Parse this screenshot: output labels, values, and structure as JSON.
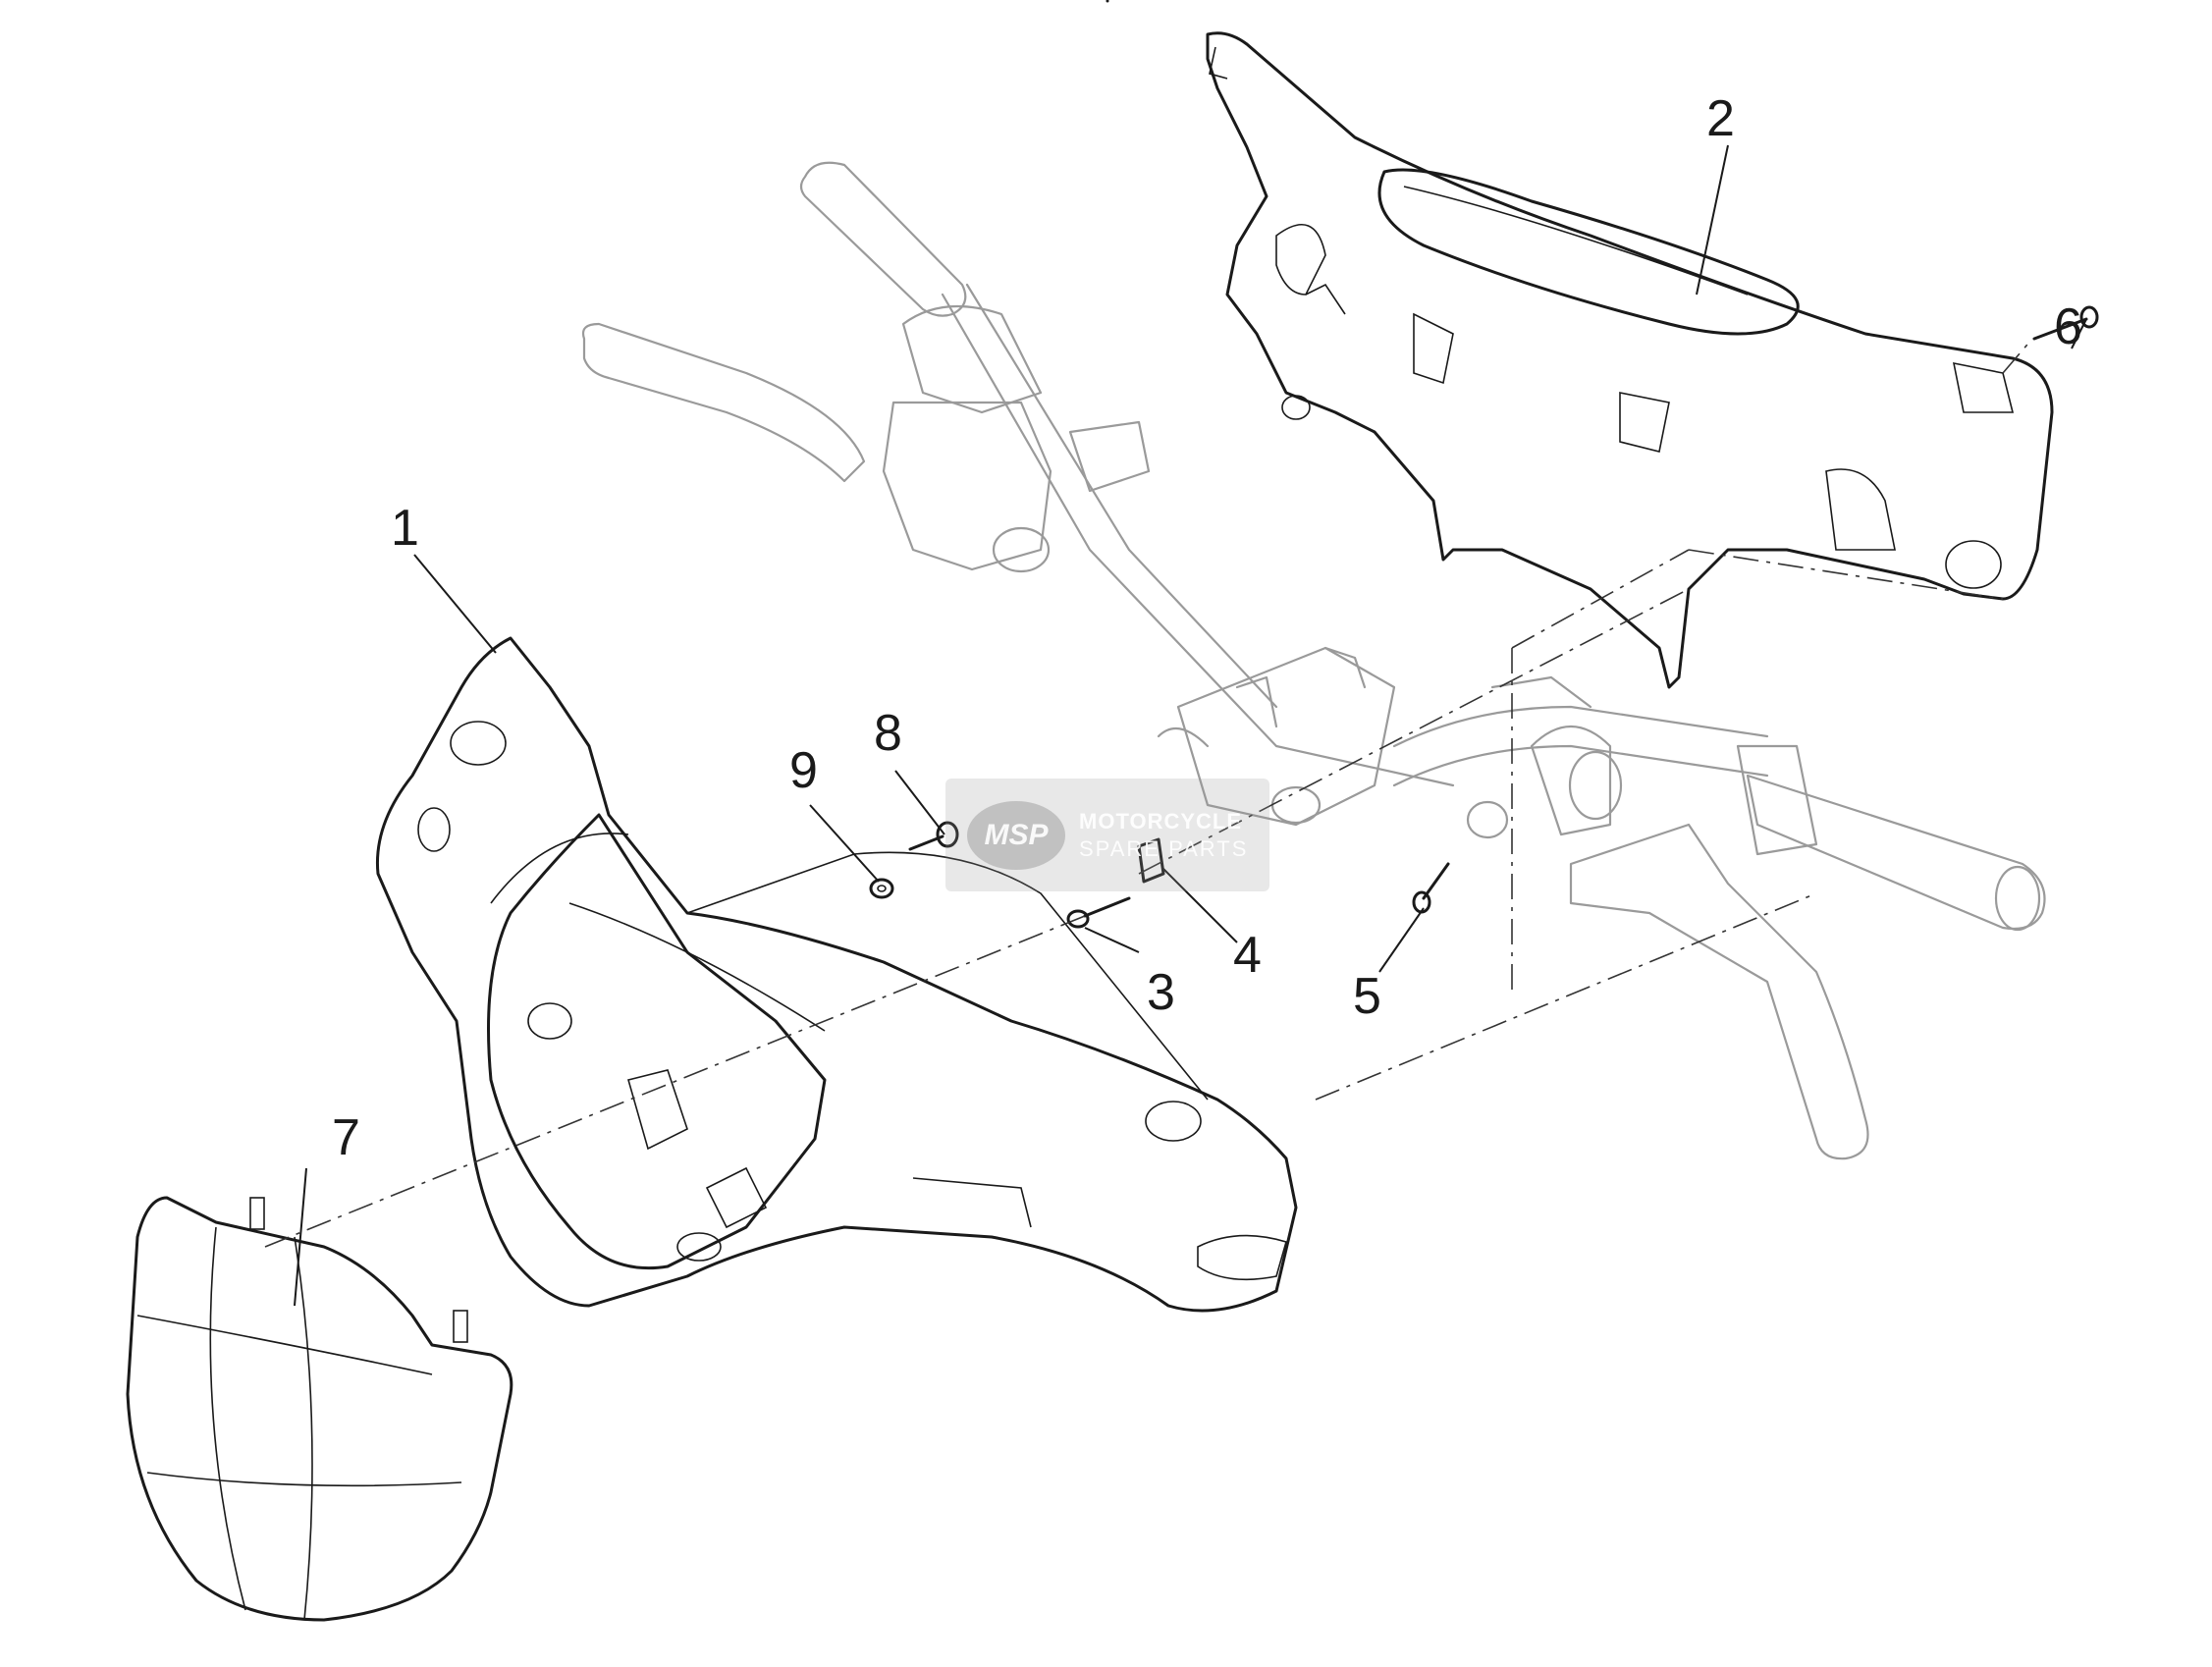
{
  "diagram": {
    "callouts": [
      {
        "id": "1",
        "label": "1"
      },
      {
        "id": "2",
        "label": "2"
      },
      {
        "id": "3",
        "label": "3"
      },
      {
        "id": "4",
        "label": "4"
      },
      {
        "id": "5",
        "label": "5"
      },
      {
        "id": "6",
        "label": "6"
      },
      {
        "id": "7",
        "label": "7"
      },
      {
        "id": "8",
        "label": "8"
      },
      {
        "id": "9",
        "label": "9"
      }
    ]
  },
  "watermark": {
    "logo_text": "MSP",
    "line1": "MOTORCYCLE",
    "line2": "SPARE PARTS"
  }
}
